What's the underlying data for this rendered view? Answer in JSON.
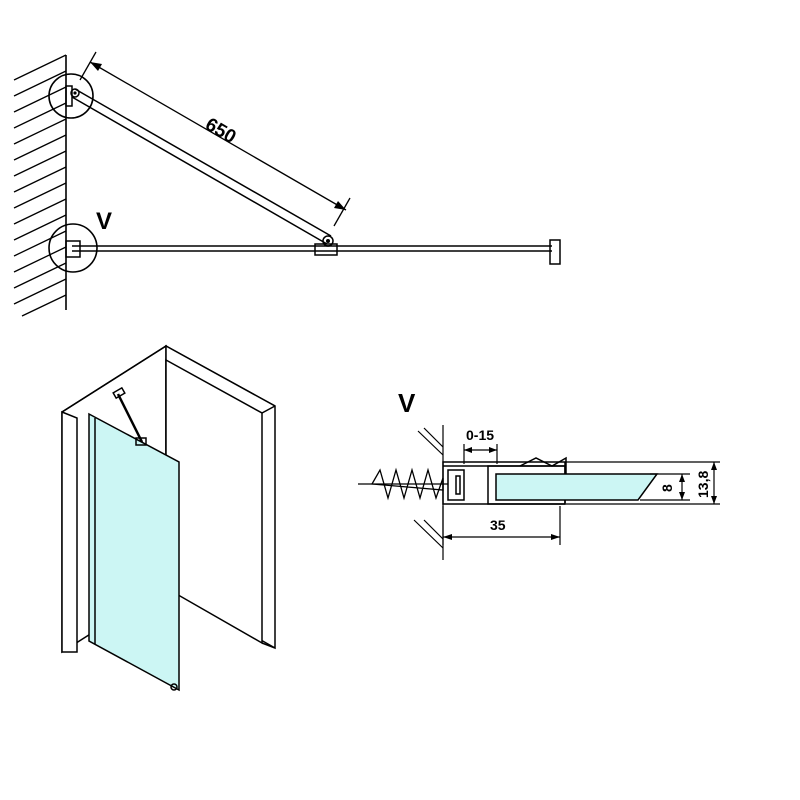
{
  "top_view": {
    "arm_length_label": "650",
    "detail_marker": "V"
  },
  "detail_view": {
    "title": "V",
    "gap_label": "0-15",
    "depth_label": "35",
    "glass_thickness_label": "8",
    "profile_height_label": "13,8"
  },
  "colors": {
    "glass": "#ccf6f4",
    "line": "#000000"
  }
}
